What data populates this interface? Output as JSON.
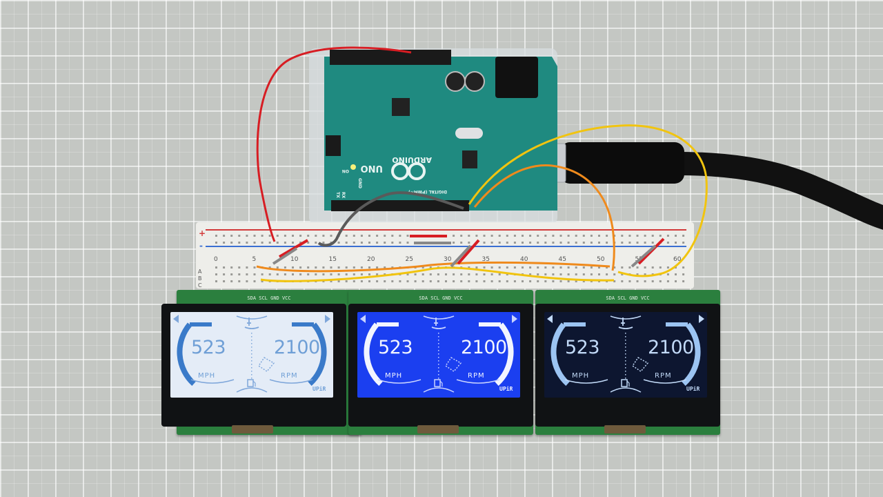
{
  "scene": {
    "background_color": "#c4c7c3",
    "arduino": {
      "brand": "ARDUINO",
      "model": "UNO",
      "on_label": "ON",
      "header_label": "DIGITAL (PWM~)",
      "tx_label": "TX",
      "rx_label": "RX",
      "gnd_label": "GND",
      "board_color": "#1f8a80"
    },
    "breadboard": {
      "column_numbers": [
        "0",
        "5",
        "10",
        "15",
        "20",
        "25",
        "30",
        "35",
        "40",
        "45",
        "50",
        "55",
        "60"
      ],
      "plus_label": "+",
      "minus_label": "-",
      "row_letters": [
        "A",
        "B",
        "C"
      ]
    },
    "displays": [
      {
        "header_text": "SDA SCL GND VCC",
        "speed": "523",
        "speed_unit": "MPH",
        "rpm": "2100",
        "rpm_unit": "RPM",
        "brand": "UPiR",
        "bg_color": "#e4ecf7",
        "fg_color": "#3a7ac9",
        "fg_secondary": "#7ea6da",
        "text_color": "#6f9fd6"
      },
      {
        "header_text": "SDA SCL GND VCC",
        "speed": "523",
        "speed_unit": "MPH",
        "rpm": "2100",
        "rpm_unit": "RPM",
        "brand": "UPiR",
        "bg_color": "#1b3ff0",
        "fg_color": "#f2f5ff",
        "fg_secondary": "#c9d4ff",
        "text_color": "#f2f5ff"
      },
      {
        "header_text": "SDA SCL GND VCC",
        "speed": "523",
        "speed_unit": "MPH",
        "rpm": "2100",
        "rpm_unit": "RPM",
        "brand": "UPiR",
        "bg_color": "#0d1630",
        "fg_color": "#9cc4f2",
        "fg_secondary": "#c2daf8",
        "text_color": "#c2daf8"
      }
    ]
  }
}
